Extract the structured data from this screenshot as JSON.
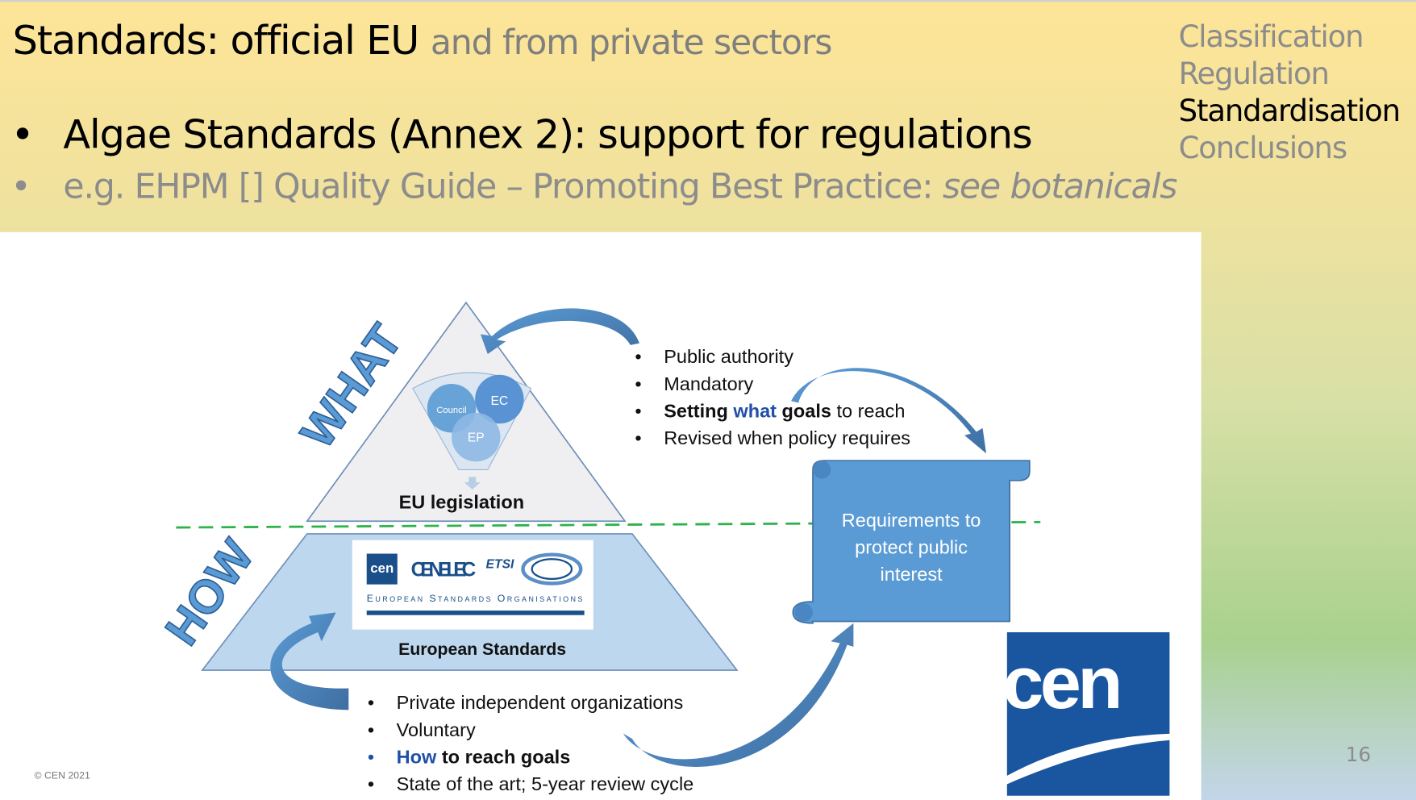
{
  "title": {
    "main": "Standards: official EU",
    "sub": "and from private sectors"
  },
  "nav": [
    "Classification",
    "Regulation",
    "Standardisation",
    "Conclusions"
  ],
  "nav_active": 2,
  "bullets": {
    "b1": "Algae Standards (Annex 2): support for regulations",
    "b2_plain": "e.g. EHPM [] Quality Guide – Promoting Best Practice: ",
    "b2_italic": "see botanicals"
  },
  "diagram": {
    "what_label": "WHAT",
    "how_label": "HOW",
    "funnel": {
      "council": "Council",
      "ec": "EC",
      "ep": "EP"
    },
    "eu_legislation": "EU legislation",
    "european_standards": "European Standards",
    "eso_logos": {
      "cen": "cen",
      "cenelec": "CENELEC",
      "etsi": "ETSI",
      "caption": "European Standards Organisations"
    },
    "what_bullets": [
      "Public authority",
      "Mandatory",
      "Revised when policy requires"
    ],
    "what_bullet_setting": {
      "a": "Setting ",
      "b": "what",
      "c": " goals",
      "d": " to reach"
    },
    "how_bullets": [
      "Private independent organizations",
      "Voluntary",
      "State of the art; 5-year review cycle"
    ],
    "how_bullet_reach": {
      "a": "How",
      "b": " to reach goals"
    },
    "scroll_text": [
      "Requirements to",
      "protect public",
      "interest"
    ],
    "cen_logo": "cen",
    "copyright": "© CEN 2021"
  },
  "page_number": "16",
  "colors": {
    "blue": "#5b9bd5",
    "dark_blue": "#1a55a0",
    "green_dash": "#2db34a",
    "text_blue": "#1f4fa8"
  }
}
